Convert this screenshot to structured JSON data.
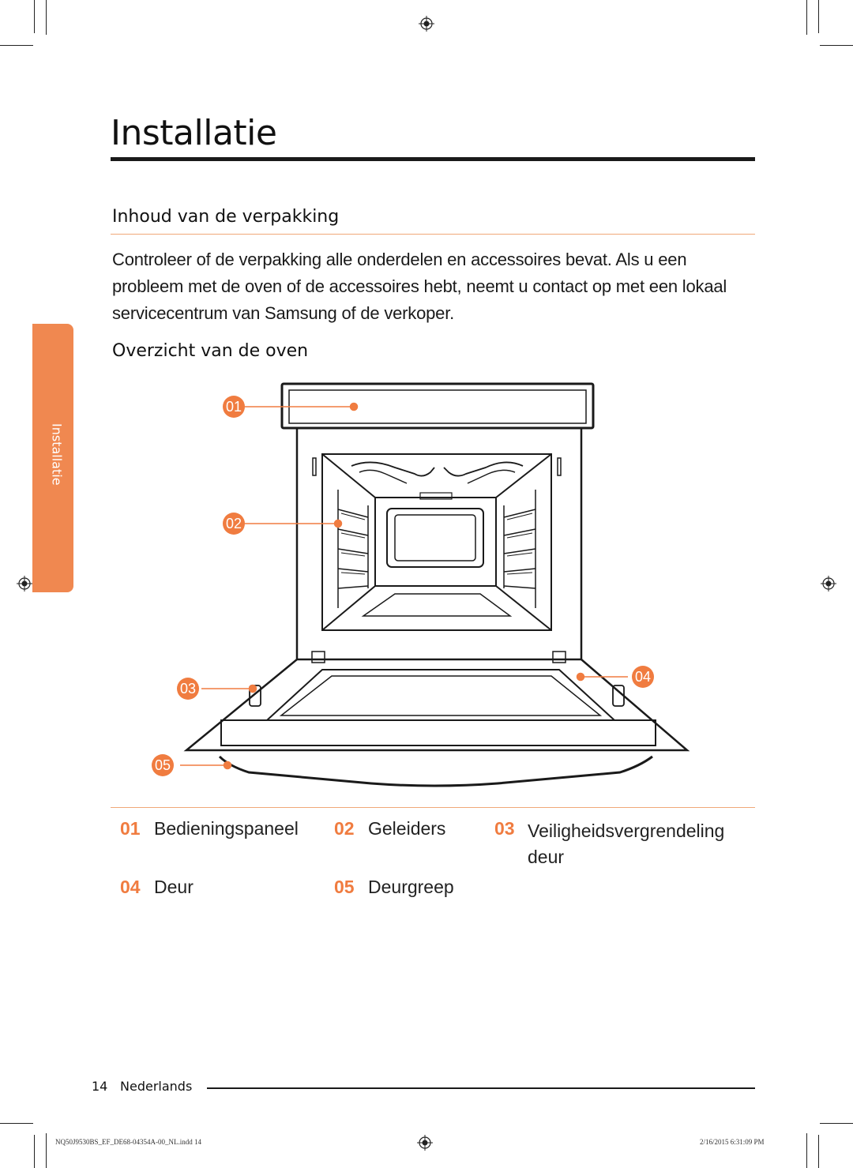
{
  "page": {
    "title": "Installatie",
    "side_tab": "Installatie"
  },
  "section": {
    "heading": "Inhoud van de verpakking",
    "body": "Controleer of de verpakking alle onderdelen en accessoires bevat. Als u een probleem met de oven of de accessoires hebt, neemt u contact op met een lokaal servicecentrum van Samsung of de verkoper.",
    "subheading": "Overzicht van de oven"
  },
  "callouts": [
    "01",
    "02",
    "03",
    "04",
    "05"
  ],
  "legend": [
    {
      "num": "01",
      "label": "Bedieningspaneel"
    },
    {
      "num": "02",
      "label": "Geleiders"
    },
    {
      "num": "03",
      "label": "Veiligheidsvergrendeling deur"
    },
    {
      "num": "04",
      "label": "Deur"
    },
    {
      "num": "05",
      "label": "Deurgreep"
    }
  ],
  "footer": {
    "page_number": "14",
    "language": "Nederlands",
    "slug_left": "NQ50J9530BS_EF_DE68-04354A-00_NL.indd   14",
    "slug_right": "2/16/2015   6:31:09 PM"
  },
  "colors": {
    "accent": "#f07c40",
    "tab": "#f08850",
    "rule": "#f0a878"
  }
}
